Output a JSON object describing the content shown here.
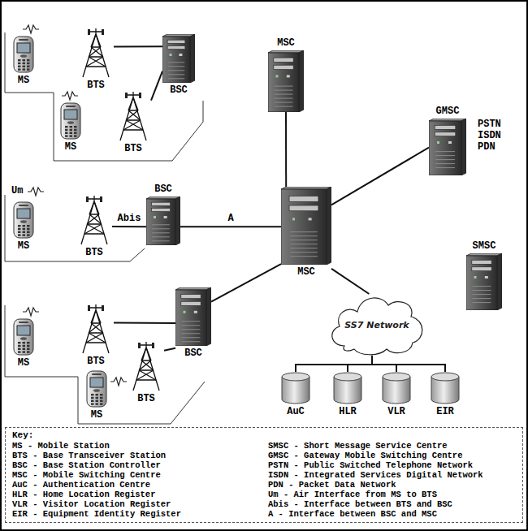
{
  "diagram": {
    "nodes": [
      {
        "text": [
          "MS"
        ]
      },
      {
        "text": [
          "BTS"
        ]
      },
      {
        "text": [
          "MS"
        ]
      },
      {
        "text": [
          "BTS"
        ]
      },
      {
        "text": [
          "BSC"
        ]
      },
      {
        "text": [
          "MSC"
        ]
      },
      {
        "text": [
          "GMSC"
        ]
      },
      {
        "text": [
          "MS"
        ]
      },
      {
        "text": [
          "BTS"
        ]
      },
      {
        "text": [
          "BSC"
        ]
      },
      {
        "text": [
          "MSC"
        ]
      },
      {
        "text": [
          "SMSC"
        ]
      },
      {
        "text": [
          "MS"
        ]
      },
      {
        "text": [
          "BTS"
        ]
      },
      {
        "text": [
          "MS"
        ]
      },
      {
        "text": [
          "BTS"
        ]
      },
      {
        "text": [
          "BSC"
        ]
      },
      {
        "text": [
          "SS7 Network"
        ]
      },
      {
        "text": [
          "AuC"
        ]
      },
      {
        "text": [
          "HLR"
        ]
      },
      {
        "text": [
          "VLR"
        ]
      },
      {
        "text": [
          "EIR"
        ]
      },
      {
        "text": [
          "Key:"
        ]
      }
    ],
    "edges": [
      {
        "from": 1,
        "to": 4,
        "arrow": "none"
      },
      {
        "from": 3,
        "to": 4,
        "arrow": "none"
      },
      {
        "from": 5,
        "to": 10,
        "arrow": "none"
      },
      {
        "from": 8,
        "to": 9,
        "label": "Abis",
        "arrow": "none"
      },
      {
        "from": 9,
        "to": 10,
        "label": "A",
        "arrow": "none"
      },
      {
        "from": 16,
        "to": 10,
        "arrow": "none"
      },
      {
        "from": 13,
        "to": 16,
        "arrow": "none"
      },
      {
        "from": 15,
        "to": 16,
        "arrow": "none"
      },
      {
        "from": 10,
        "to": 6,
        "arrow": "none"
      },
      {
        "from": 10,
        "to": 17,
        "arrow": "none"
      },
      {
        "from": 17,
        "to": 18,
        "arrow": "none"
      },
      {
        "from": 17,
        "to": 19,
        "arrow": "none"
      },
      {
        "from": 17,
        "to": 20,
        "arrow": "none"
      },
      {
        "from": 17,
        "to": 21,
        "arrow": "none"
      }
    ],
    "labels": [
      "Um",
      "PSTN",
      "ISDN",
      "PDN"
    ],
    "legend": [
      {
        "text": "MS - Mobile Station"
      },
      {
        "text": "BTS - Base Transceiver Station"
      },
      {
        "text": "BSC - Base Station Controller"
      },
      {
        "text": "MSC - Mobile Switching Centre"
      },
      {
        "text": "AuC - Authentication Centre"
      },
      {
        "text": "HLR - Home Location Register"
      },
      {
        "text": "VLR - Visitor Location Register"
      },
      {
        "text": "EIR - Equipment Identity Register"
      },
      {
        "text": "SMSC - Short Message Service Centre"
      },
      {
        "text": "GMSC - Gateway Mobile Switching Centre"
      },
      {
        "text": "PSTN - Public Switched Telephone Network"
      },
      {
        "text": "ISDN - Integrated Services Digital Network"
      },
      {
        "text": "PDN - Packet Data Network"
      },
      {
        "text": "Um - Air Interface from MS to BTS"
      },
      {
        "text": "Abis - Interface between BTS and BSC"
      },
      {
        "text": "A - Interface between BSC and MSC"
      }
    ]
  }
}
